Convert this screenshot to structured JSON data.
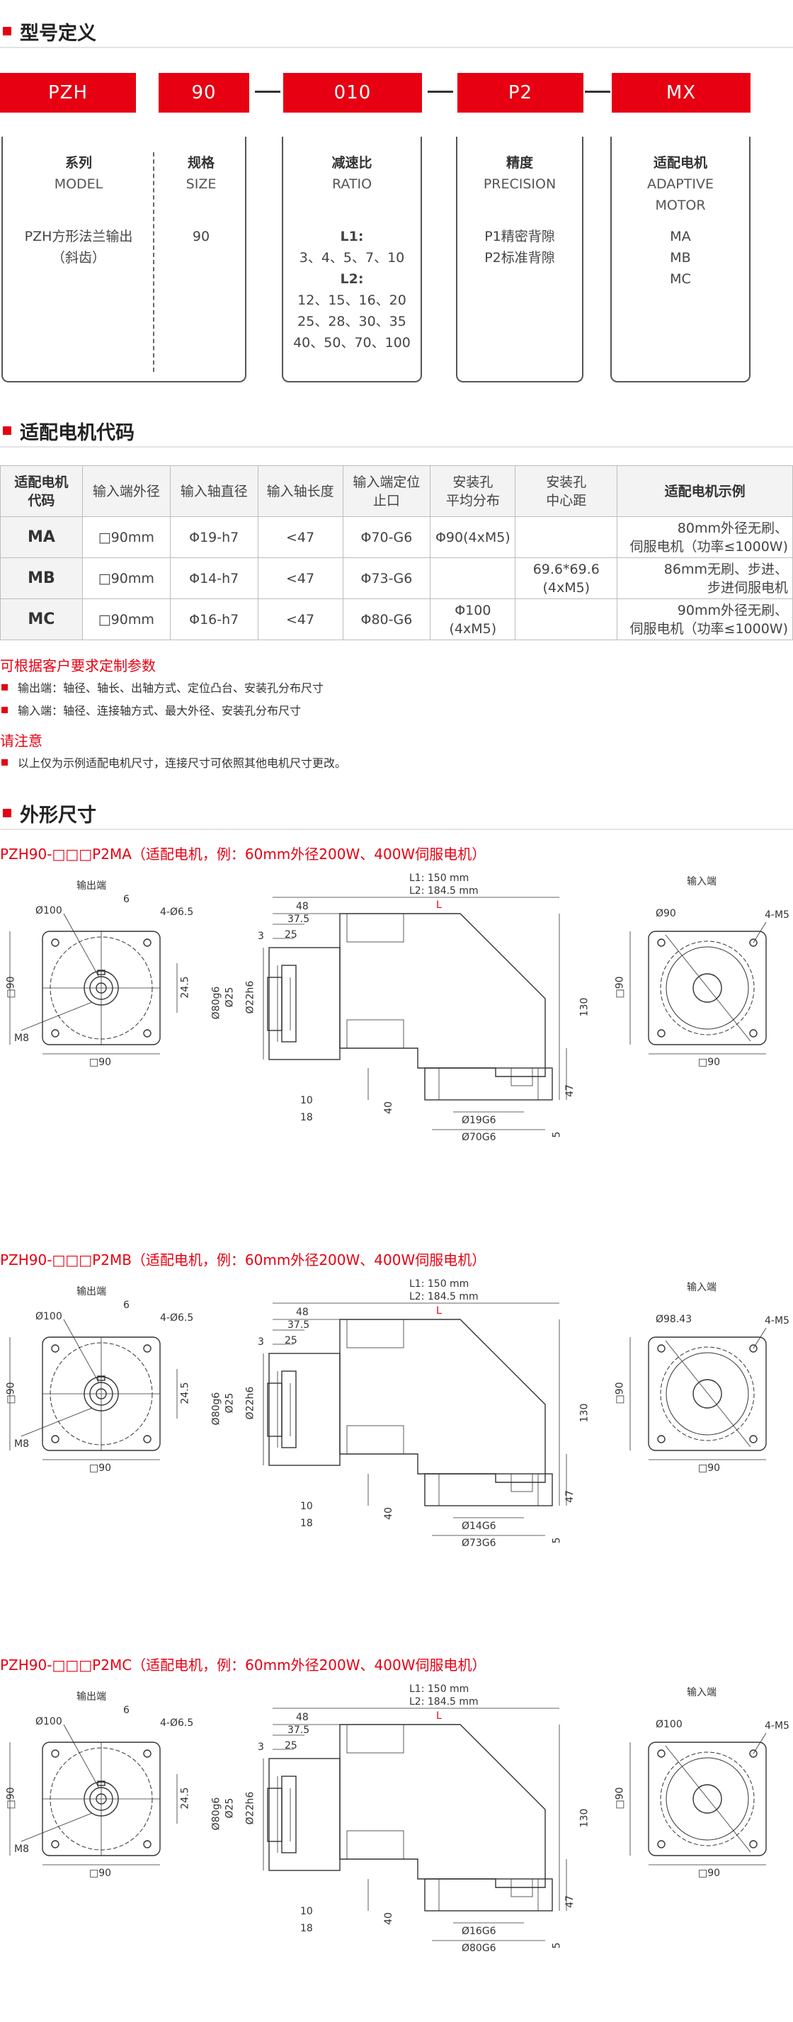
{
  "sections": {
    "model": "型号定义",
    "motor": "适配电机代码",
    "dims": "外形尺寸"
  },
  "code_bars": [
    "PZH",
    "90",
    "010",
    "P2",
    "MX"
  ],
  "model_boxes": {
    "series": {
      "zh": "系列",
      "en": "MODEL",
      "vals": [
        "PZH方形法兰输出",
        "（斜齿）"
      ]
    },
    "size": {
      "zh": "规格",
      "en": "SIZE",
      "vals": [
        "90"
      ]
    },
    "ratio": {
      "zh": "减速比",
      "en": "RATIO",
      "l1": "L1:",
      "l1v": "3、4、5、7、10",
      "l2": "L2:",
      "l2v": [
        "12、15、16、20",
        "25、28、30、35",
        "40、50、70、100"
      ]
    },
    "precision": {
      "zh": "精度",
      "en": "PRECISION",
      "vals": [
        "P1精密背隙",
        "P2标准背隙"
      ]
    },
    "motor": {
      "zh": "适配电机",
      "en1": "ADAPTIVE",
      "en2": "MOTOR",
      "vals": [
        "MA",
        "MB",
        "MC"
      ]
    }
  },
  "table": {
    "headers": [
      [
        "适配电机",
        "代码"
      ],
      [
        "输入端外径"
      ],
      [
        "输入轴直径"
      ],
      [
        "输入轴长度"
      ],
      [
        "输入端定位",
        "止口"
      ],
      [
        "安装孔",
        "平均分布"
      ],
      [
        "安装孔",
        "中心距"
      ],
      [
        "适配电机示例"
      ]
    ],
    "rows": [
      {
        "code": "MA",
        "outer": "□90mm",
        "shaft": "Φ19-h7",
        "len": "<47",
        "spig": "Φ70-G6",
        "hole": "Φ90(4xM5)",
        "center": "",
        "ex": [
          "80mm外径无刷、",
          "伺服电机（功率≤1000W)"
        ]
      },
      {
        "code": "MB",
        "outer": "□90mm",
        "shaft": "Φ14-h7",
        "len": "<47",
        "spig": "Φ73-G6",
        "hole": "",
        "center": "69.6*69.6\n(4xM5)",
        "ex": [
          "86mm无刷、步进、",
          "步进伺服电机"
        ]
      },
      {
        "code": "MC",
        "outer": "□90mm",
        "shaft": "Φ16-h7",
        "len": "<47",
        "spig": "Φ80-G6",
        "hole": "Φ100\n(4xM5)",
        "center": "",
        "ex": [
          "90mm外径无刷、",
          "伺服电机（功率≤1000W)"
        ]
      }
    ]
  },
  "custom": {
    "title": "可根据客户要求定制参数",
    "items": [
      "输出端：轴径、轴长、出轴方式、定位凸台、安装孔分布尺寸",
      "输入端：轴径、连接轴方式、最大外径、安装孔分布尺寸"
    ]
  },
  "note": {
    "title": "请注意",
    "items": [
      "以上仅为示例适配电机尺寸，连接尺寸可依照其他电机尺寸更改。"
    ]
  },
  "drawings": [
    {
      "title": "PZH90-□□□P2MA（适配电机，例：60mm外径200W、400W伺服电机）",
      "in_dia": "Ø90",
      "in_holes": "4-M5",
      "shaft": "Ø19G6",
      "spig": "Ø70G6"
    },
    {
      "title": "PZH90-□□□P2MB（适配电机，例：60mm外径200W、400W伺服电机）",
      "in_dia": "Ø98.43",
      "in_holes": "4-M5",
      "shaft": "Ø14G6",
      "spig": "Ø73G6"
    },
    {
      "title": "PZH90-□□□P2MC（适配电机，例：60mm外径200W、400W伺服电机）",
      "in_dia": "Ø100",
      "in_holes": "4-M5",
      "shaft": "Ø16G6",
      "spig": "Ø80G6"
    }
  ],
  "draw_common": {
    "out_label": "输出端",
    "in_label": "输入端",
    "d100": "Ø100",
    "d6": "6",
    "holes": "4-Ø6.5",
    "sq90": "□90",
    "m8": "M8",
    "d245": "24.5",
    "l1": "L1: 150  mm",
    "l2": "L2: 184.5  mm",
    "L": "L",
    "d48": "48",
    "d375": "37.5",
    "d3": "3",
    "d25": "25",
    "d80": "Ø80g6",
    "d25b": "Ø25",
    "d22": "Ø22h6",
    "d10": "10",
    "d18": "18",
    "d40": "40",
    "d130": "130",
    "d47": "47",
    "d5": "5"
  }
}
